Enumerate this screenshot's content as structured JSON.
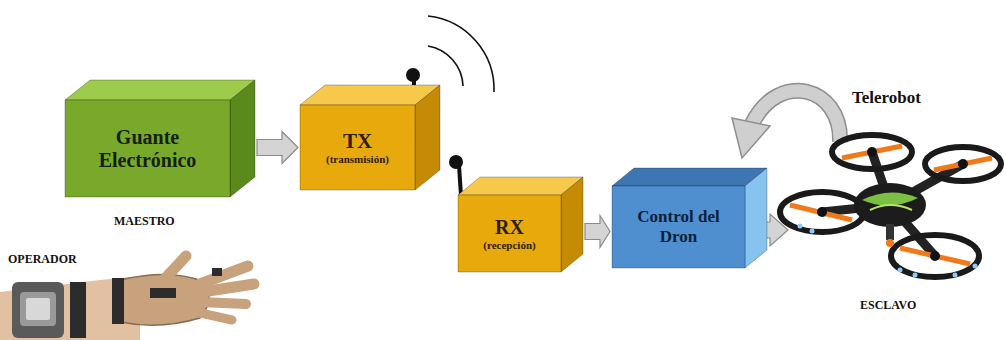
{
  "diagram": {
    "nodes": [
      {
        "text": [
          "Guante Electrónico"
        ]
      },
      {
        "text": [
          "TX",
          "(transmisión)"
        ]
      },
      {
        "text": [
          "RX",
          "(recepción)"
        ]
      },
      {
        "text": [
          "Control del Dron"
        ]
      }
    ],
    "edges": [
      {
        "from": 0,
        "to": 1,
        "arrow": "to"
      },
      {
        "from": 2,
        "to": 3,
        "arrow": "to"
      }
    ],
    "labels": [
      "MAESTRO",
      "OPERADOR",
      "Telerobot",
      "ESCLAVO"
    ]
  }
}
